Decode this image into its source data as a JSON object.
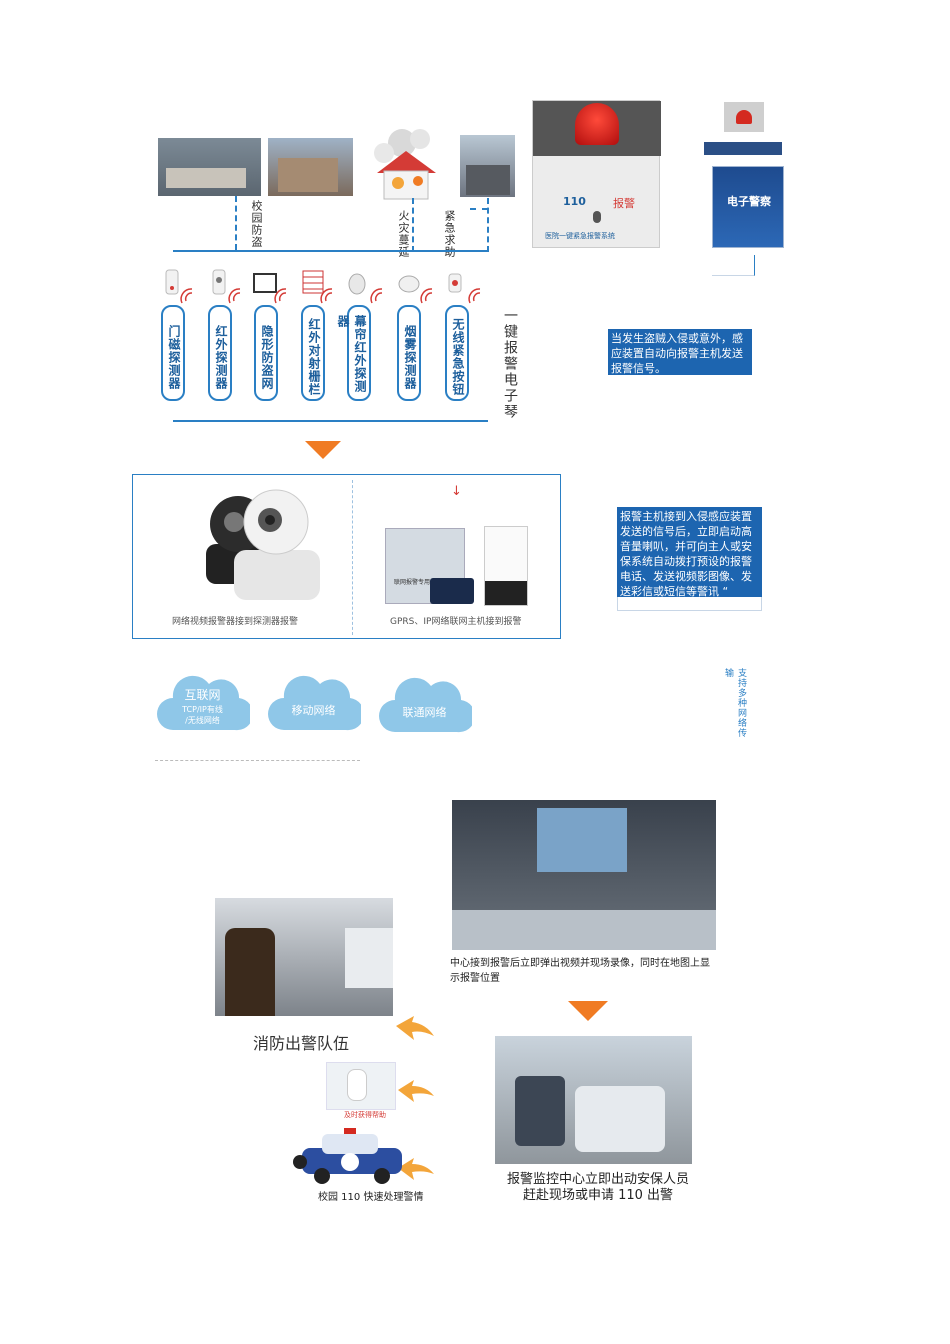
{
  "top_labels": {
    "campus": "校园防盗",
    "fire": "火灾蔓延",
    "emergency": "紧急求助"
  },
  "detectors": [
    "门磁探测器",
    "红外探测器",
    "隐形防盗网",
    "红外对射栅栏",
    "幕帘红外探测器",
    "烟雾探测器",
    "无线紧急按钮"
  ],
  "side_label": "一键报警电子琴",
  "device_panel": {
    "number": "110",
    "alarm": "报警",
    "caption": "医院一键紧急报警系统"
  },
  "small_panel": {
    "text": "电子警察"
  },
  "info1": "当发生盗贼入侵或意外，感应装置自动向报警主机发送报警信号。",
  "info2": "报警主机接到入侵感应装置发送的信号后，立即启动高音量喇叭，并可向主人或安保系统自动拨打预设的报警电话、发送视频影图像、发送彩信或短信等警讯 “",
  "middle": {
    "left_caption": "网络视频报警器接到探测器报警",
    "right_caption": "GPRS、IP网络联网主机接到报警",
    "host_label": "联网报警专用主机"
  },
  "clouds": [
    {
      "title": "互联网",
      "sub1": "TCP/IP有线",
      "sub2": "/无线网络"
    },
    {
      "title": "移动网络"
    },
    {
      "title": "联通网络"
    }
  ],
  "network_side": "支持多种网络传输",
  "center_caption": "中心接到报警后立即弹出视频并现场录像，同时在地图上显示报警位置",
  "fire_team": "消防出警队伍",
  "help_caption": "及时获得帮助",
  "campus110": "校园 110 快速处理警情",
  "police_caption_1": "报警监控中心立即出动安保人员",
  "police_caption_2": "赶赴现场或申请 110 出警",
  "colors": {
    "blue": "#2a7fc4",
    "orange": "#f07b23",
    "dark_blue": "#1d65b0"
  }
}
